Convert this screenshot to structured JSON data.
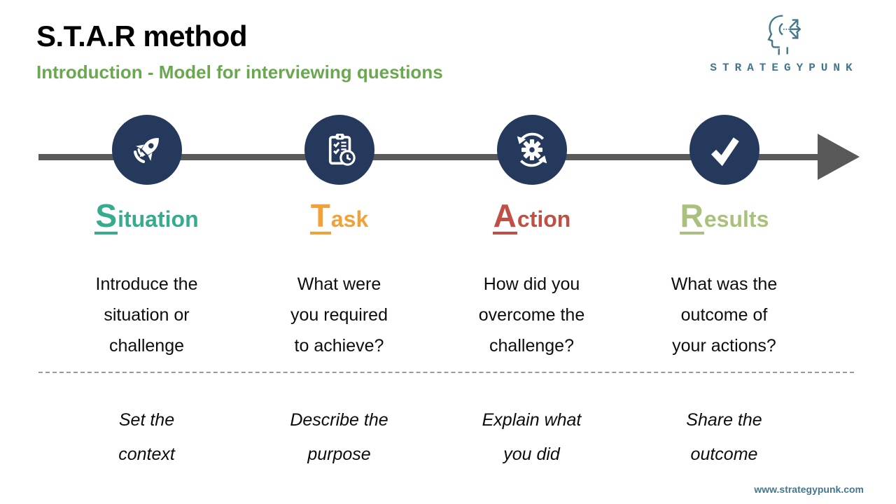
{
  "slide": {
    "title": "S.T.A.R method",
    "subtitle": "Introduction - Model for interviewing questions",
    "footer_url": "www.strategypunk.com"
  },
  "logo": {
    "brand": "STRATEGYPUNK",
    "icon": "head-strategy-icon"
  },
  "colors": {
    "subtitle_green": "#6aa84f",
    "circle_navy": "#24395c",
    "timeline_gray": "#595959",
    "situation_teal": "#36ab8d",
    "task_orange": "#f0a238",
    "action_red": "#c05046",
    "results_olive": "#a9c17c",
    "brand_slate": "#45768b",
    "dash_gray": "#9a9a9a"
  },
  "steps": [
    {
      "key": "situation",
      "icon": "rocket-icon",
      "title_initial": "S",
      "title_rest": "ituation",
      "color": "#36ab8d",
      "description_lines": [
        "Introduce the",
        "situation or",
        "challenge"
      ],
      "note_lines": [
        "Set the",
        "context"
      ]
    },
    {
      "key": "task",
      "icon": "clipboard-checklist-clock-icon",
      "title_initial": "T",
      "title_rest": "ask",
      "color": "#f0a238",
      "description_lines": [
        "What were",
        "you required",
        "to achieve?"
      ],
      "note_lines": [
        "Describe the",
        "purpose"
      ]
    },
    {
      "key": "action",
      "icon": "gear-sync-icon",
      "title_initial": "A",
      "title_rest": "ction",
      "color": "#c05046",
      "description_lines": [
        "How did you",
        "overcome the",
        "challenge?"
      ],
      "note_lines": [
        "Explain what",
        "you did"
      ]
    },
    {
      "key": "results",
      "icon": "checkmark-icon",
      "title_initial": "R",
      "title_rest": "esults",
      "color": "#a9c17c",
      "description_lines": [
        "What was the",
        "outcome of",
        "your actions?"
      ],
      "note_lines": [
        "Share the",
        "outcome"
      ]
    }
  ]
}
